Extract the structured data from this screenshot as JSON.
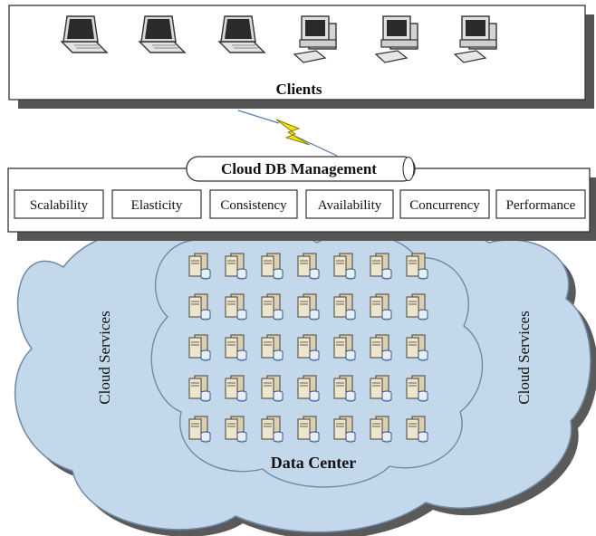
{
  "clients": {
    "label": "Clients",
    "devices": [
      {
        "kind": "laptop",
        "icon": "laptop-icon"
      },
      {
        "kind": "laptop",
        "icon": "laptop-icon"
      },
      {
        "kind": "laptop",
        "icon": "laptop-icon"
      },
      {
        "kind": "desktop",
        "icon": "desktop-computer-icon"
      },
      {
        "kind": "desktop",
        "icon": "desktop-computer-icon"
      },
      {
        "kind": "desktop",
        "icon": "desktop-computer-icon"
      }
    ]
  },
  "link": {
    "icon": "lightning-bolt-icon",
    "color": "#f2e600"
  },
  "management": {
    "title": "Cloud DB Management",
    "features": [
      "Scalability",
      "Elasticity",
      "Consistency",
      "Availability",
      "Concurrency",
      "Performance"
    ]
  },
  "cloud": {
    "left_label": "Cloud Services",
    "right_label": "Cloud Services",
    "color": "#c4d8ec",
    "edge_color": "#6f8aa6"
  },
  "data_center": {
    "label": "Data Center",
    "server_rows": 5,
    "server_cols": 7,
    "server_icon": "database-server-icon"
  }
}
